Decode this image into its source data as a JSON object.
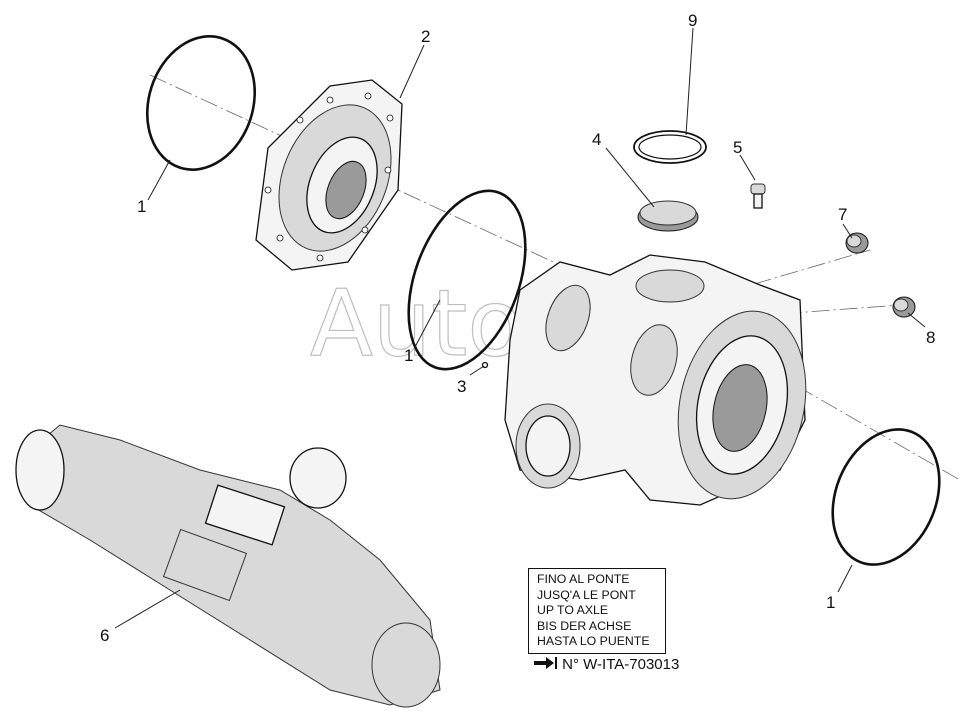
{
  "watermark": "AutoSoft",
  "callouts": [
    {
      "id": "c1a",
      "text": "1"
    },
    {
      "id": "c2",
      "text": "2"
    },
    {
      "id": "c1b",
      "text": "1"
    },
    {
      "id": "c3",
      "text": "3"
    },
    {
      "id": "c4",
      "text": "4"
    },
    {
      "id": "c9",
      "text": "9"
    },
    {
      "id": "c5",
      "text": "5"
    },
    {
      "id": "c7",
      "text": "7"
    },
    {
      "id": "c8",
      "text": "8"
    },
    {
      "id": "c1c",
      "text": "1"
    },
    {
      "id": "c6",
      "text": "6"
    }
  ],
  "note": {
    "lines": [
      "FINO AL PONTE",
      "JUSQ'A LE PONT",
      "UP TO AXLE",
      "BIS DER ACHSE",
      "HASTA LO PUENTE"
    ],
    "reference_arrow": "→❙",
    "reference": "N° W-ITA-703013"
  }
}
